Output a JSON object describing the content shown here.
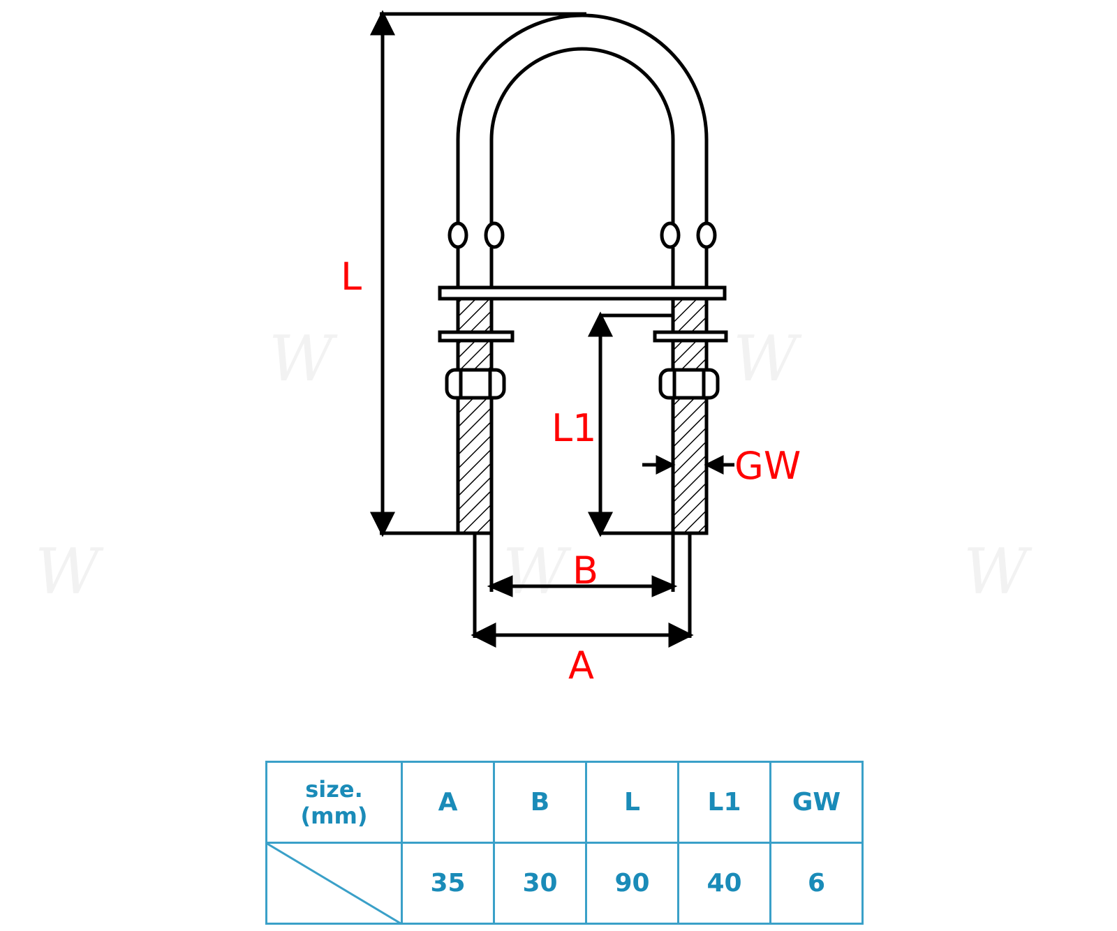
{
  "labels": {
    "length": "L",
    "thread_length": "L1",
    "thread_width": "GW",
    "inner_width": "B",
    "outer_width": "A"
  },
  "watermark": "W",
  "table": {
    "corner_line1": "size.",
    "corner_line2": "(mm)",
    "headers": [
      "A",
      "B",
      "L",
      "L1",
      "GW"
    ],
    "values": [
      "35",
      "30",
      "90",
      "40",
      "6"
    ]
  },
  "colors": {
    "label": "#ff0000",
    "table_border": "#3aa0c8",
    "table_text": "#1a8bb8",
    "line": "#000000"
  }
}
